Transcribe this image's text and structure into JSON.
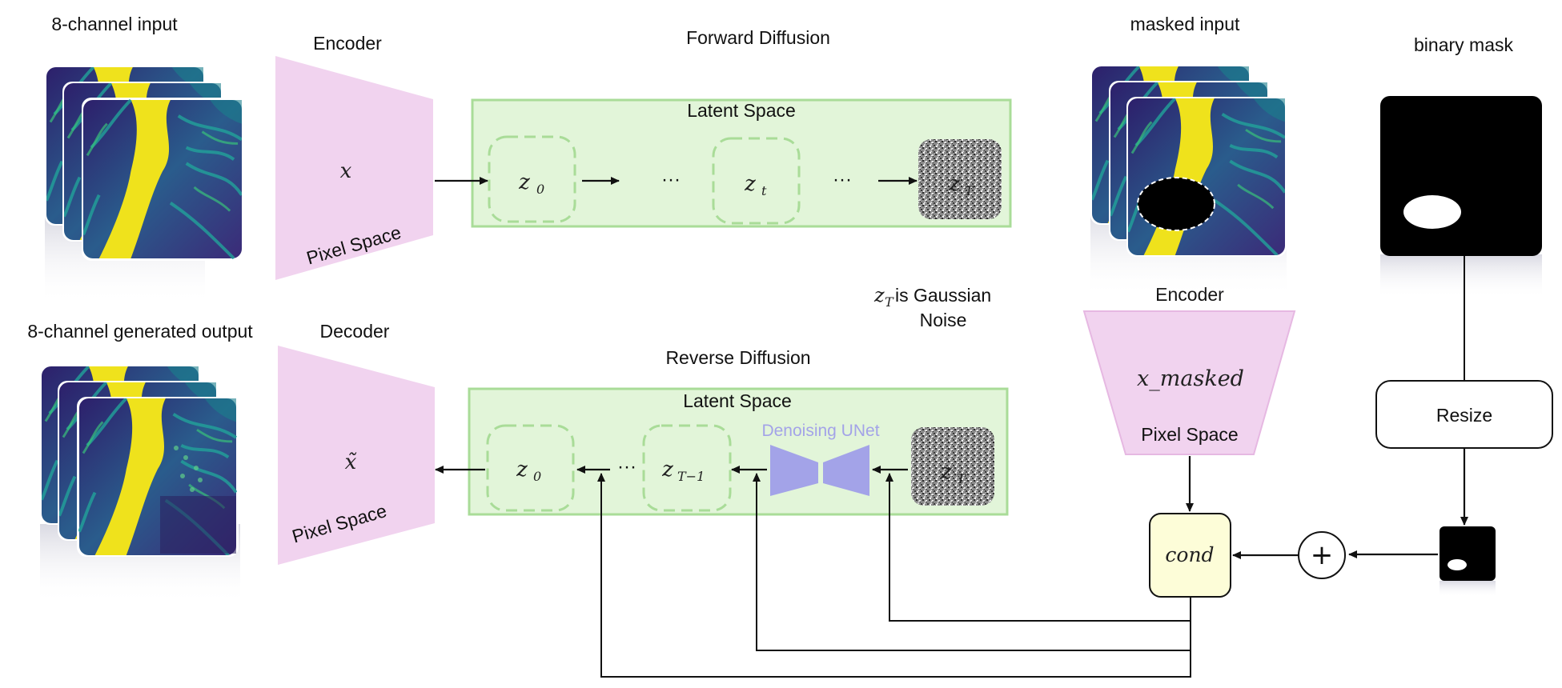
{
  "titles": {
    "input": "8-channel input",
    "output": "8-channel generated output",
    "encoder_top": "Encoder",
    "decoder": "Decoder",
    "forward": "Forward Diffusion",
    "reverse": "Reverse Diffusion",
    "masked_input": "masked input",
    "binary_mask": "binary mask",
    "encoder_right": "Encoder"
  },
  "forward_panel": {
    "latent_label": "Latent Space",
    "z0": "z",
    "z0_sub": "0",
    "zt": "z",
    "zt_sub": "t",
    "zT": "z",
    "zT_sub": "T",
    "dots1": "···",
    "dots2": "···"
  },
  "reverse_panel": {
    "latent_label": "Latent Space",
    "unet_label": "Denoising UNet",
    "z0": "z",
    "z0_sub": "0",
    "zT1": "z",
    "zT1_sub": "T−1",
    "zT": "z",
    "zT_sub": "T",
    "dots": "···"
  },
  "encoder_top_shape": {
    "math": "x",
    "space": "Pixel Space"
  },
  "decoder_shape": {
    "math": "x̃",
    "space": "Pixel Space"
  },
  "encoder_right_shape": {
    "math": "x_masked",
    "space": "Pixel Space"
  },
  "noise_note": {
    "math": "z",
    "math_sub": "T",
    "line1": " is Gaussian",
    "line2": "Noise"
  },
  "resize_label": "Resize",
  "cond_label": "cond",
  "plus_symbol": "+",
  "colors": {
    "trapezoid": "#f1d3ef",
    "latent_fill": "#e2f5d9",
    "latent_stroke": "#a9dc98",
    "dashed": "#a9dc98",
    "unet": "#a3a3e8",
    "unet_text": "#a3a3e8",
    "cond_fill": "#fdfdd8",
    "river_yellow": "#f2e61a",
    "terrain_dark": "#3c2a7a",
    "terrain_teal": "#1f8c8a"
  },
  "icons": [
    "terrain-image-stack",
    "noise-square-icon",
    "unet-bowtie-icon",
    "plus-circle-icon",
    "binary-mask-icon"
  ]
}
